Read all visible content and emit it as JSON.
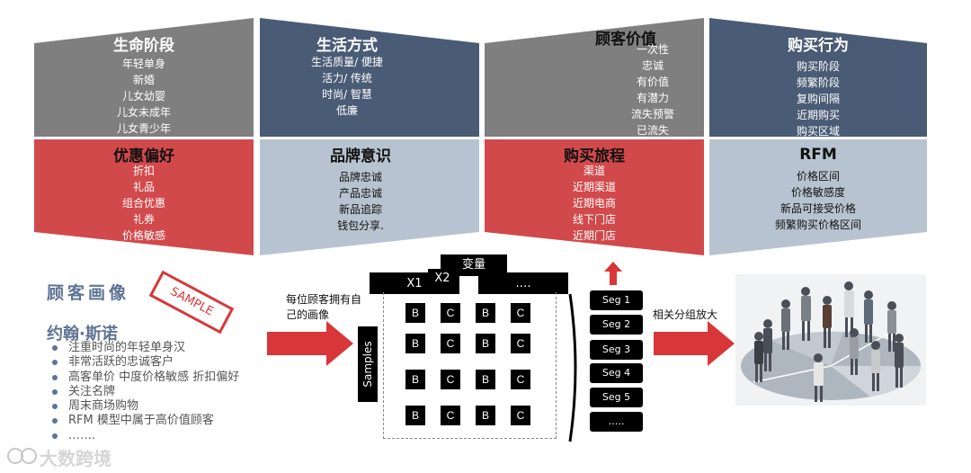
{
  "colors": {
    "gray": "#7f7f7f",
    "navy": "#4a5b75",
    "red": "#d2494b",
    "light": "#b7c3d0",
    "arrow_red": "#d9363a",
    "bullet": "#5d7493"
  },
  "panels": {
    "lifecycle": {
      "title": "生命阶段",
      "items": [
        "年轻单身",
        "新婚",
        "儿女幼婴",
        "儿女未成年",
        "儿女青少年"
      ]
    },
    "lifestyle": {
      "title": "生活方式",
      "items": [
        "生活质量/ 便捷",
        "活力/ 传统",
        "时尚/ 智慧",
        "低廉"
      ]
    },
    "value": {
      "title": "顾客价值",
      "items": [
        "一次性",
        "忠诚",
        "有价值",
        "有潜力",
        "流失预警",
        "已流失"
      ]
    },
    "behavior": {
      "title": "购买行为",
      "items": [
        "购买阶段",
        "频繁阶段",
        "复购间隔",
        "近期购买",
        "购买区域"
      ]
    },
    "discount": {
      "title": "优惠偏好",
      "items": [
        "折扣",
        "礼品",
        "组合优惠",
        "礼券",
        "价格敏感"
      ]
    },
    "brand": {
      "title": "品牌意识",
      "items": [
        "品牌忠诚",
        "产品忠诚",
        "新品追踪",
        "钱包分享."
      ]
    },
    "journey": {
      "title": "购买旅程",
      "items": [
        "渠道",
        "近期渠道",
        "近期电商",
        "线下门店",
        "近期门店"
      ]
    },
    "rfm": {
      "title": "RFM",
      "items": [
        "价格区间",
        "价格敏感度",
        "新品可接受价格",
        "频繁购买价格区间"
      ]
    }
  },
  "persona": {
    "heading": "顾客画像",
    "stamp": "SAMPLE",
    "name": "约翰·斯诺",
    "bullets": [
      "注重时尚的年轻单身汉",
      "非常活跃的忠诚客户",
      "高客单价 中度价格敏感 折扣偏好",
      "关注名牌",
      "周末商场购物",
      "RFM 模型中属于高价值顾客",
      "……."
    ]
  },
  "flow": {
    "arrow1_text": "每位顾客拥有自己的画像",
    "samples_label": "Samples",
    "variable_label": "变量",
    "x1": "X1",
    "x2": "X2",
    "dots": "….",
    "matrix": [
      [
        "B",
        "C",
        "B",
        "C"
      ],
      [
        "B",
        "C",
        "B",
        "C"
      ],
      [
        "B",
        "C",
        "B",
        "C"
      ],
      [
        "B",
        "C",
        "B",
        "C"
      ]
    ],
    "segments": [
      "Seg 1",
      "Seg 2",
      "Seg 3",
      "Seg 4",
      "Seg 5",
      "….."
    ],
    "arrow2_text": "相关分组放大"
  },
  "watermark": "大数跨境"
}
